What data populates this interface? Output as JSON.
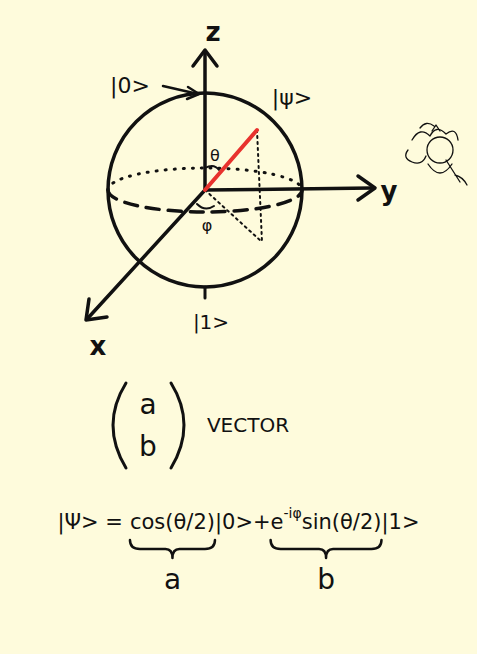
{
  "diagram": {
    "labels": [
      "z",
      "|0>",
      "|ψ>",
      "θ",
      "y",
      "φ",
      "x",
      "|1>",
      "a",
      "b",
      "VECTOR",
      "|Ψ> =",
      "cos(θ/2)",
      "|0>+",
      "e",
      "-iφ",
      "sin(θ/2)",
      "|1>",
      "a",
      "b"
    ]
  }
}
